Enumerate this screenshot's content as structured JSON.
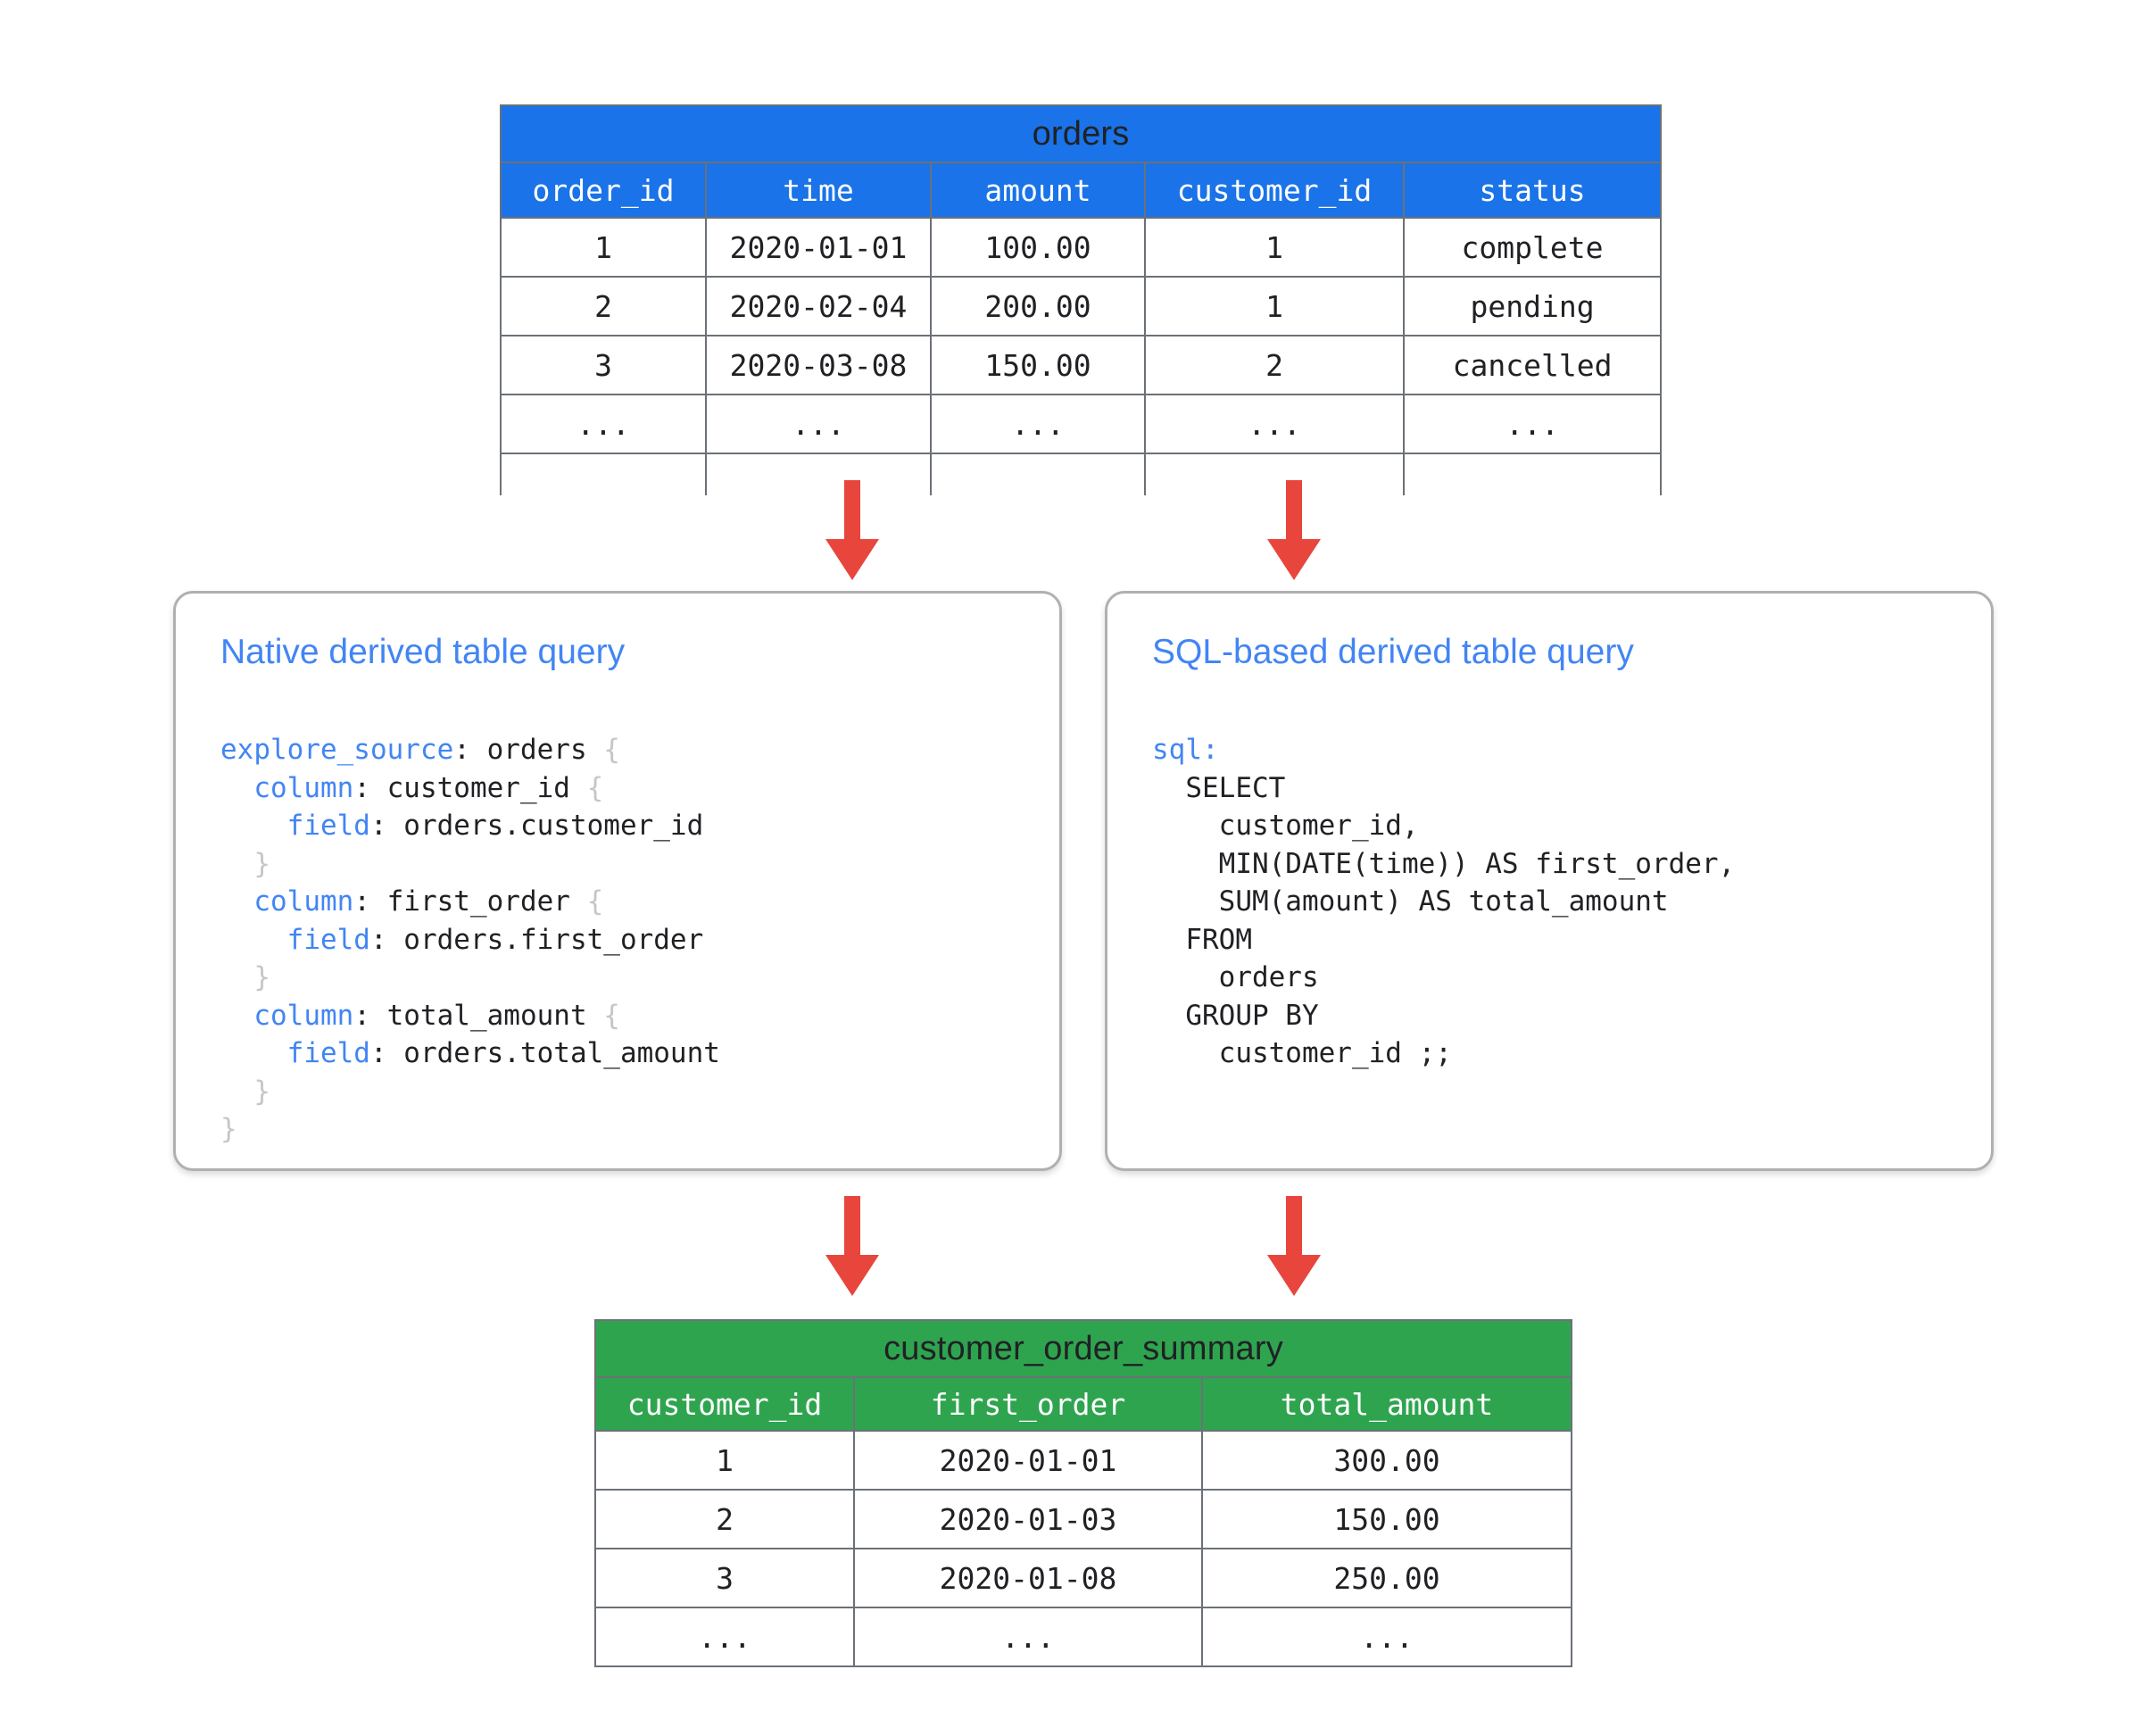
{
  "diagram": {
    "colors": {
      "source_table_header": "#1a73e8",
      "result_table_header": "#2fa44f",
      "arrow": "#e8453c",
      "panel_title": "#4285f4",
      "code_keyword": "#4285f4",
      "code_brace": "#c6c6c6",
      "table_border": "#6b7177"
    }
  },
  "source_table": {
    "title": "orders",
    "columns": [
      "order_id",
      "time",
      "amount",
      "customer_id",
      "status"
    ],
    "rows": [
      [
        "1",
        "2020-01-01",
        "100.00",
        "1",
        "complete"
      ],
      [
        "2",
        "2020-02-04",
        "200.00",
        "1",
        "pending"
      ],
      [
        "3",
        "2020-03-08",
        "150.00",
        "2",
        "cancelled"
      ],
      [
        "...",
        "...",
        "...",
        "...",
        "..."
      ],
      [
        "",
        "",
        "",
        "",
        ""
      ]
    ]
  },
  "result_table": {
    "title": "customer_order_summary",
    "columns": [
      "customer_id",
      "first_order",
      "total_amount"
    ],
    "rows": [
      [
        "1",
        "2020-01-01",
        "300.00"
      ],
      [
        "2",
        "2020-01-03",
        "150.00"
      ],
      [
        "3",
        "2020-01-08",
        "250.00"
      ],
      [
        "...",
        "...",
        "..."
      ]
    ]
  },
  "panels": {
    "native": {
      "title": "Native derived table query",
      "code_lines": [
        [
          {
            "t": "explore_source",
            "c": "kw"
          },
          {
            "t": ": orders ",
            "c": ""
          },
          {
            "t": "{",
            "c": "br"
          }
        ],
        [
          {
            "t": "  ",
            "c": ""
          },
          {
            "t": "column",
            "c": "kw"
          },
          {
            "t": ": customer_id ",
            "c": ""
          },
          {
            "t": "{",
            "c": "br"
          }
        ],
        [
          {
            "t": "    ",
            "c": ""
          },
          {
            "t": "field",
            "c": "kw"
          },
          {
            "t": ": orders.customer_id",
            "c": ""
          }
        ],
        [
          {
            "t": "  ",
            "c": ""
          },
          {
            "t": "}",
            "c": "br"
          }
        ],
        [
          {
            "t": "  ",
            "c": ""
          },
          {
            "t": "column",
            "c": "kw"
          },
          {
            "t": ": first_order ",
            "c": ""
          },
          {
            "t": "{",
            "c": "br"
          }
        ],
        [
          {
            "t": "    ",
            "c": ""
          },
          {
            "t": "field",
            "c": "kw"
          },
          {
            "t": ": orders.first_order",
            "c": ""
          }
        ],
        [
          {
            "t": "  ",
            "c": ""
          },
          {
            "t": "}",
            "c": "br"
          }
        ],
        [
          {
            "t": "  ",
            "c": ""
          },
          {
            "t": "column",
            "c": "kw"
          },
          {
            "t": ": total_amount ",
            "c": ""
          },
          {
            "t": "{",
            "c": "br"
          }
        ],
        [
          {
            "t": "    ",
            "c": ""
          },
          {
            "t": "field",
            "c": "kw"
          },
          {
            "t": ": orders.total_amount",
            "c": ""
          }
        ],
        [
          {
            "t": "  ",
            "c": ""
          },
          {
            "t": "}",
            "c": "br"
          }
        ],
        [
          {
            "t": "}",
            "c": "br"
          }
        ]
      ]
    },
    "sql": {
      "title": "SQL-based derived table query",
      "code_lines": [
        [
          {
            "t": "sql",
            "c": "kw"
          },
          {
            "t": ":",
            "c": "kw"
          }
        ],
        [
          {
            "t": "  SELECT",
            "c": ""
          }
        ],
        [
          {
            "t": "    customer_id,",
            "c": ""
          }
        ],
        [
          {
            "t": "    MIN(DATE(time)) AS first_order,",
            "c": ""
          }
        ],
        [
          {
            "t": "    SUM(amount) AS total_amount",
            "c": ""
          }
        ],
        [
          {
            "t": "  FROM",
            "c": ""
          }
        ],
        [
          {
            "t": "    orders",
            "c": ""
          }
        ],
        [
          {
            "t": "  GROUP BY",
            "c": ""
          }
        ],
        [
          {
            "t": "    customer_id ;;",
            "c": ""
          }
        ]
      ]
    }
  },
  "arrows": [
    {
      "name": "orders-to-native-query",
      "from": "orders",
      "to": "native derived table query"
    },
    {
      "name": "orders-to-sql-query",
      "from": "orders",
      "to": "sql-based derived table query"
    },
    {
      "name": "native-query-to-summary",
      "from": "native derived table query",
      "to": "customer_order_summary"
    },
    {
      "name": "sql-query-to-summary",
      "from": "sql-based derived table query",
      "to": "customer_order_summary"
    }
  ]
}
